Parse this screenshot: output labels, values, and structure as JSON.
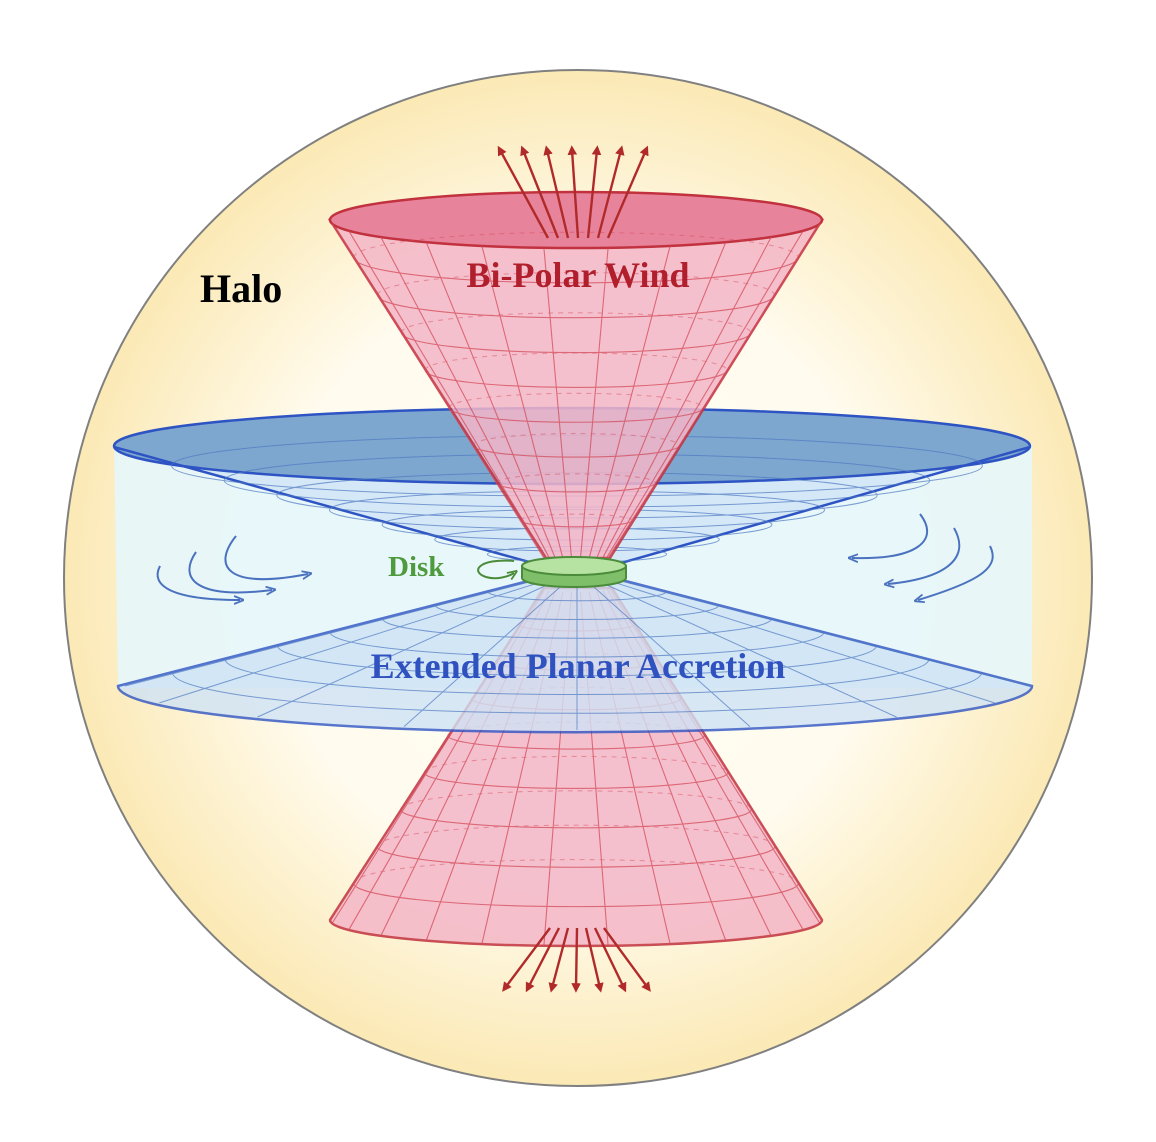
{
  "labels": {
    "halo": "Halo",
    "wind": "Bi-Polar Wind",
    "disk": "Disk",
    "accretion": "Extended Planar Accretion"
  },
  "colors": {
    "halo_fill_center": "#fffdf4",
    "halo_fill_edge": "#fbe9b5",
    "halo_stroke": "#808080",
    "wind_fill": "#f4b6c8",
    "wind_rim_fill": "#e8839c",
    "wind_stroke": "#c1313e",
    "wind_grid": "#d44a5a",
    "accretion_fill": "#cfe3f5",
    "accretion_band": "#e6f6fb",
    "accretion_top_fill": "#7ea7cf",
    "accretion_stroke": "#2e54c4",
    "accretion_grid": "#4d79c2",
    "flow_arrow": "#4a72bf",
    "disk_fill": "#9ed08a",
    "disk_stroke": "#4a8c3a",
    "label_halo": "#000000",
    "label_wind": "#b11e2c",
    "label_disk": "#4e9b3d",
    "label_accretion": "#2f52c0"
  },
  "icons": [
    "wind-outflow-arrow-icon",
    "accretion-flow-arrow-icon",
    "disk-rotation-arrow-icon"
  ]
}
